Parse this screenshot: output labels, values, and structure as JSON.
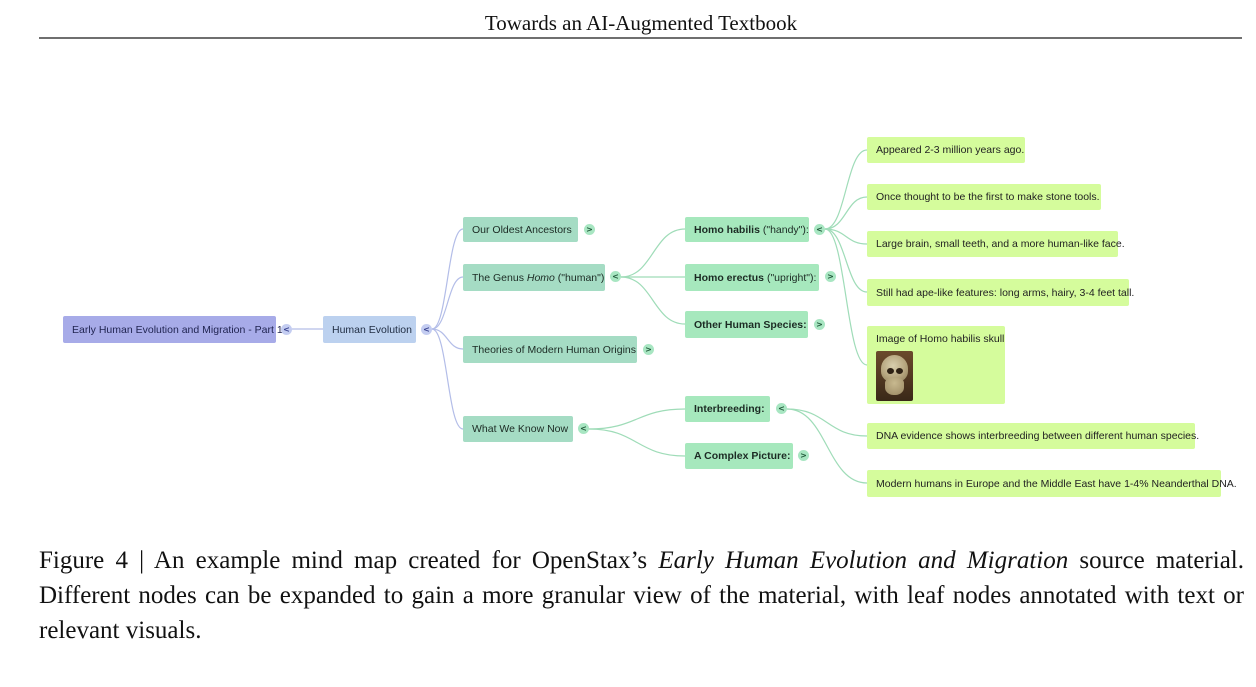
{
  "header": {
    "title": "Towards an AI-Augmented Textbook"
  },
  "mindmap": {
    "root": {
      "label": "Early Human Evolution and Migration - Part 1",
      "toggle": "<"
    },
    "level1": {
      "label": "Human Evolution",
      "toggle": "<"
    },
    "level2": [
      {
        "pre": "Our Oldest Ancestors",
        "toggle": ">"
      },
      {
        "pre": "The Genus ",
        "em": "Homo",
        "post": " (\"human\")",
        "toggle": "<"
      },
      {
        "pre": "Theories of Modern Human Origins",
        "toggle": ">"
      },
      {
        "pre": "What We Know Now",
        "toggle": "<"
      }
    ],
    "level3": [
      {
        "bold": "Homo habilis",
        "rest": " (\"handy\"):",
        "toggle": "<"
      },
      {
        "bold": "Homo erectus",
        "rest": " (\"upright\"):",
        "toggle": ">"
      },
      {
        "bold": "Other Human Species:",
        "rest": "",
        "toggle": ">"
      },
      {
        "bold": "Interbreeding:",
        "rest": "",
        "toggle": "<"
      },
      {
        "bold": "A Complex Picture:",
        "rest": "",
        "toggle": ">"
      }
    ],
    "level4": [
      {
        "text": "Appeared 2-3 million years ago."
      },
      {
        "text": "Once thought to be the first to make stone tools."
      },
      {
        "text": "Large brain, small teeth, and a more human-like face."
      },
      {
        "text": "Still had ape-like features: long arms, hairy, 3-4 feet tall."
      },
      {
        "text": "Image of Homo habilis skull"
      },
      {
        "text": "DNA evidence shows interbreeding between different human species."
      },
      {
        "text": "Modern humans in Europe and the Middle East have 1-4% Neanderthal DNA."
      }
    ],
    "colors": {
      "root": "#a7abe8",
      "level1": "#bcd1ef",
      "level2": "#a5dcc4",
      "level3": "#a6e8bd",
      "level4": "#d5fc9c",
      "link_blue": "#b3bde8",
      "link_green": "#9fdcb8"
    }
  },
  "caption": {
    "prefix": "Figure 4 | An example mind map created for OpenStax’s ",
    "italic": "Early Human Evolution and Migration",
    "suffix": " source material. Different nodes can be expanded to gain a more granular view of the material, with leaf nodes annotated with text or relevant visuals."
  }
}
